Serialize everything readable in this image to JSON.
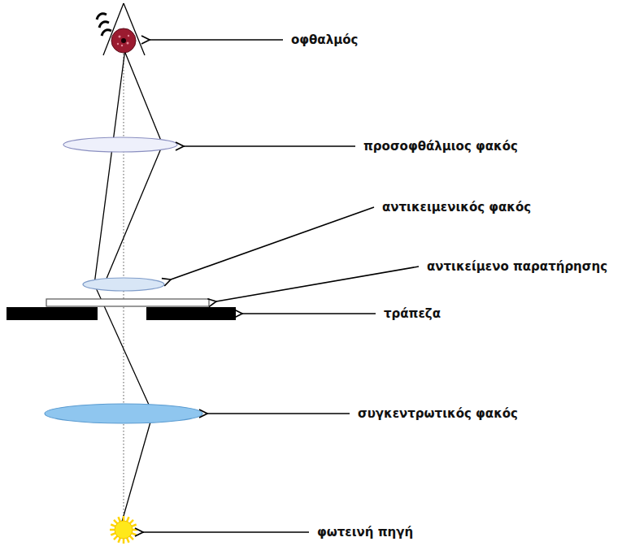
{
  "diagram": {
    "labels": [
      "οφθαλμός",
      "προσοφθάλμιος φακός",
      "αντικειμενικός φακός",
      "αντικείμενο παρατήρησης",
      "τράπεζα",
      "συγκεντρωτικός φακός",
      "φωτεινή πηγή"
    ]
  }
}
